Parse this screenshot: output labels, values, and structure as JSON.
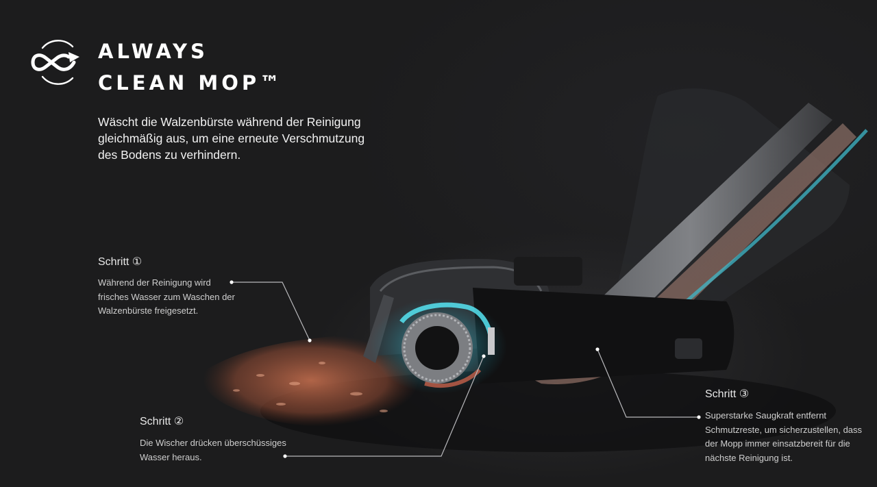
{
  "brand": {
    "title_line1": "ALWAYS",
    "title_line2": "CLEAN MOP™",
    "logo_icon": "loop-arrow-icon"
  },
  "headline": "Wäscht die Walzenbürste während der Reinigung gleichmäßig aus, um eine erneute Verschmutzung des Bodens zu verhindern.",
  "steps": [
    {
      "title": "Schritt ①",
      "text": "Während der Reinigung wird frisches Wasser zum Waschen der Walzenbürste freigesetzt."
    },
    {
      "title": "Schritt ②",
      "text": "Die Wischer drücken überschüssiges Wasser heraus."
    },
    {
      "title": "Schritt ③",
      "text": "Superstarke Saugkraft entfernt Schmutzreste, um sicherzustellen, dass der Mopp immer einsatzbereit für die nächste Reinigung ist."
    }
  ],
  "colors": {
    "background": "#1c1c1d",
    "clean_water": "#3fd3e6",
    "dirty_water": "#c56a45",
    "text": "#ffffff"
  }
}
